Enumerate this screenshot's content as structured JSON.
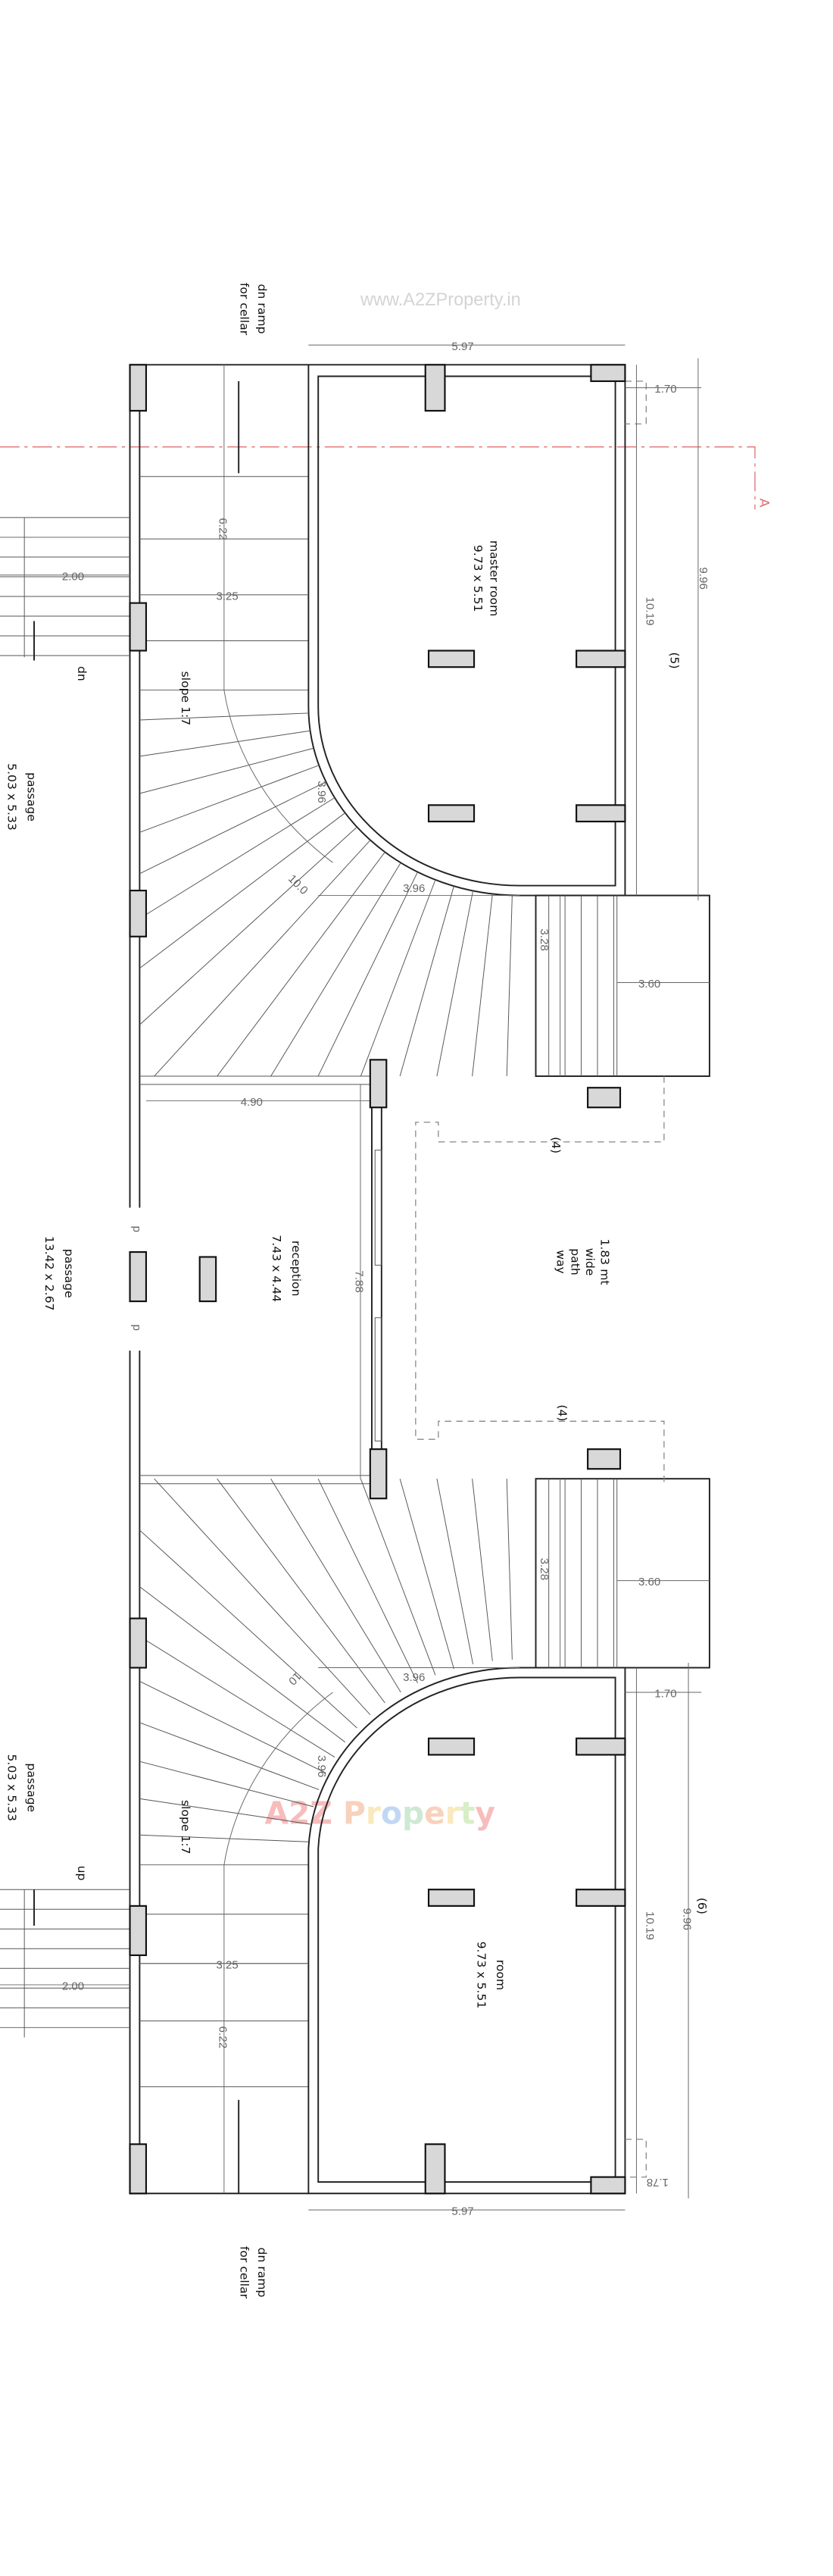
{
  "watermarks": {
    "site": "www.A2ZProperty.in",
    "brand": "A2Z Property",
    "brand_colors": [
      "#f4a0a0",
      "#f4a0a0",
      "#f4a0a0",
      "#a8c8f0",
      "#f4c0a0",
      "#f8e0a0",
      "#a8c8f0",
      "#b8e0c0",
      "#f4c0a0",
      "#f8e0a0",
      "#c8e8b0"
    ]
  },
  "section_marker": {
    "label": "A",
    "color": "#e07070"
  },
  "rooms": {
    "master_room": {
      "name": "master room",
      "size": "9.73 x 5.51",
      "tag": "(5)"
    },
    "room": {
      "name": "room",
      "size": "9.73 x 5.51",
      "tag": "(6)"
    },
    "reception": {
      "name": "reception",
      "size": "7.43 x 4.44"
    },
    "passage_main": {
      "name": "passage",
      "size": "13.42 x 2.67"
    },
    "passage_top": {
      "name": "passage",
      "size": "5.03 x 5.33"
    },
    "passage_bottom": {
      "name": "passage",
      "size": "5.03 x 5.33"
    },
    "pathway": {
      "lines": [
        "1.83 mt",
        "wide",
        "path",
        "way"
      ],
      "tag_top": "(4)",
      "tag_bottom": "(4)"
    }
  },
  "notes": {
    "ramp_top": [
      "dn ramp",
      "for cellar"
    ],
    "ramp_bottom": [
      "dn ramp",
      "for cellar"
    ],
    "slope_top": "slope 1:7",
    "slope_bottom": "slope 1:7",
    "dn": "dn",
    "up": "up",
    "door_mark": "p"
  },
  "dimensions": {
    "top_width": "5.97",
    "bottom_width": "5.97",
    "top_inner_10_19": "10.19",
    "top_outer_9_96": "9.96",
    "bottom_inner_10_19": "10.19",
    "bottom_outer_9_96": "9.96",
    "top_1_70": "1.70",
    "bottom_1_70": "1.70",
    "bottom_1_78": "1.78",
    "ramp_top_len": "6.22",
    "ramp_bottom_len": "6.22",
    "ramp_top_w": "3.25",
    "ramp_bottom_w": "3.25",
    "stair_top_w": "2.00",
    "stair_bottom_w": "2.00",
    "arc_top_a": "3.96",
    "arc_top_b": "3.96",
    "arc_bottom_a": "3.96",
    "arc_bottom_b": "3.96",
    "curve_top": "10.0",
    "curve_bottom": "10",
    "block_top_328": "3.28",
    "block_bottom_328": "3.28",
    "block_top_360": "3.60",
    "block_bottom_360": "3.60",
    "reception_w": "4.90",
    "reception_l": "7.88"
  }
}
